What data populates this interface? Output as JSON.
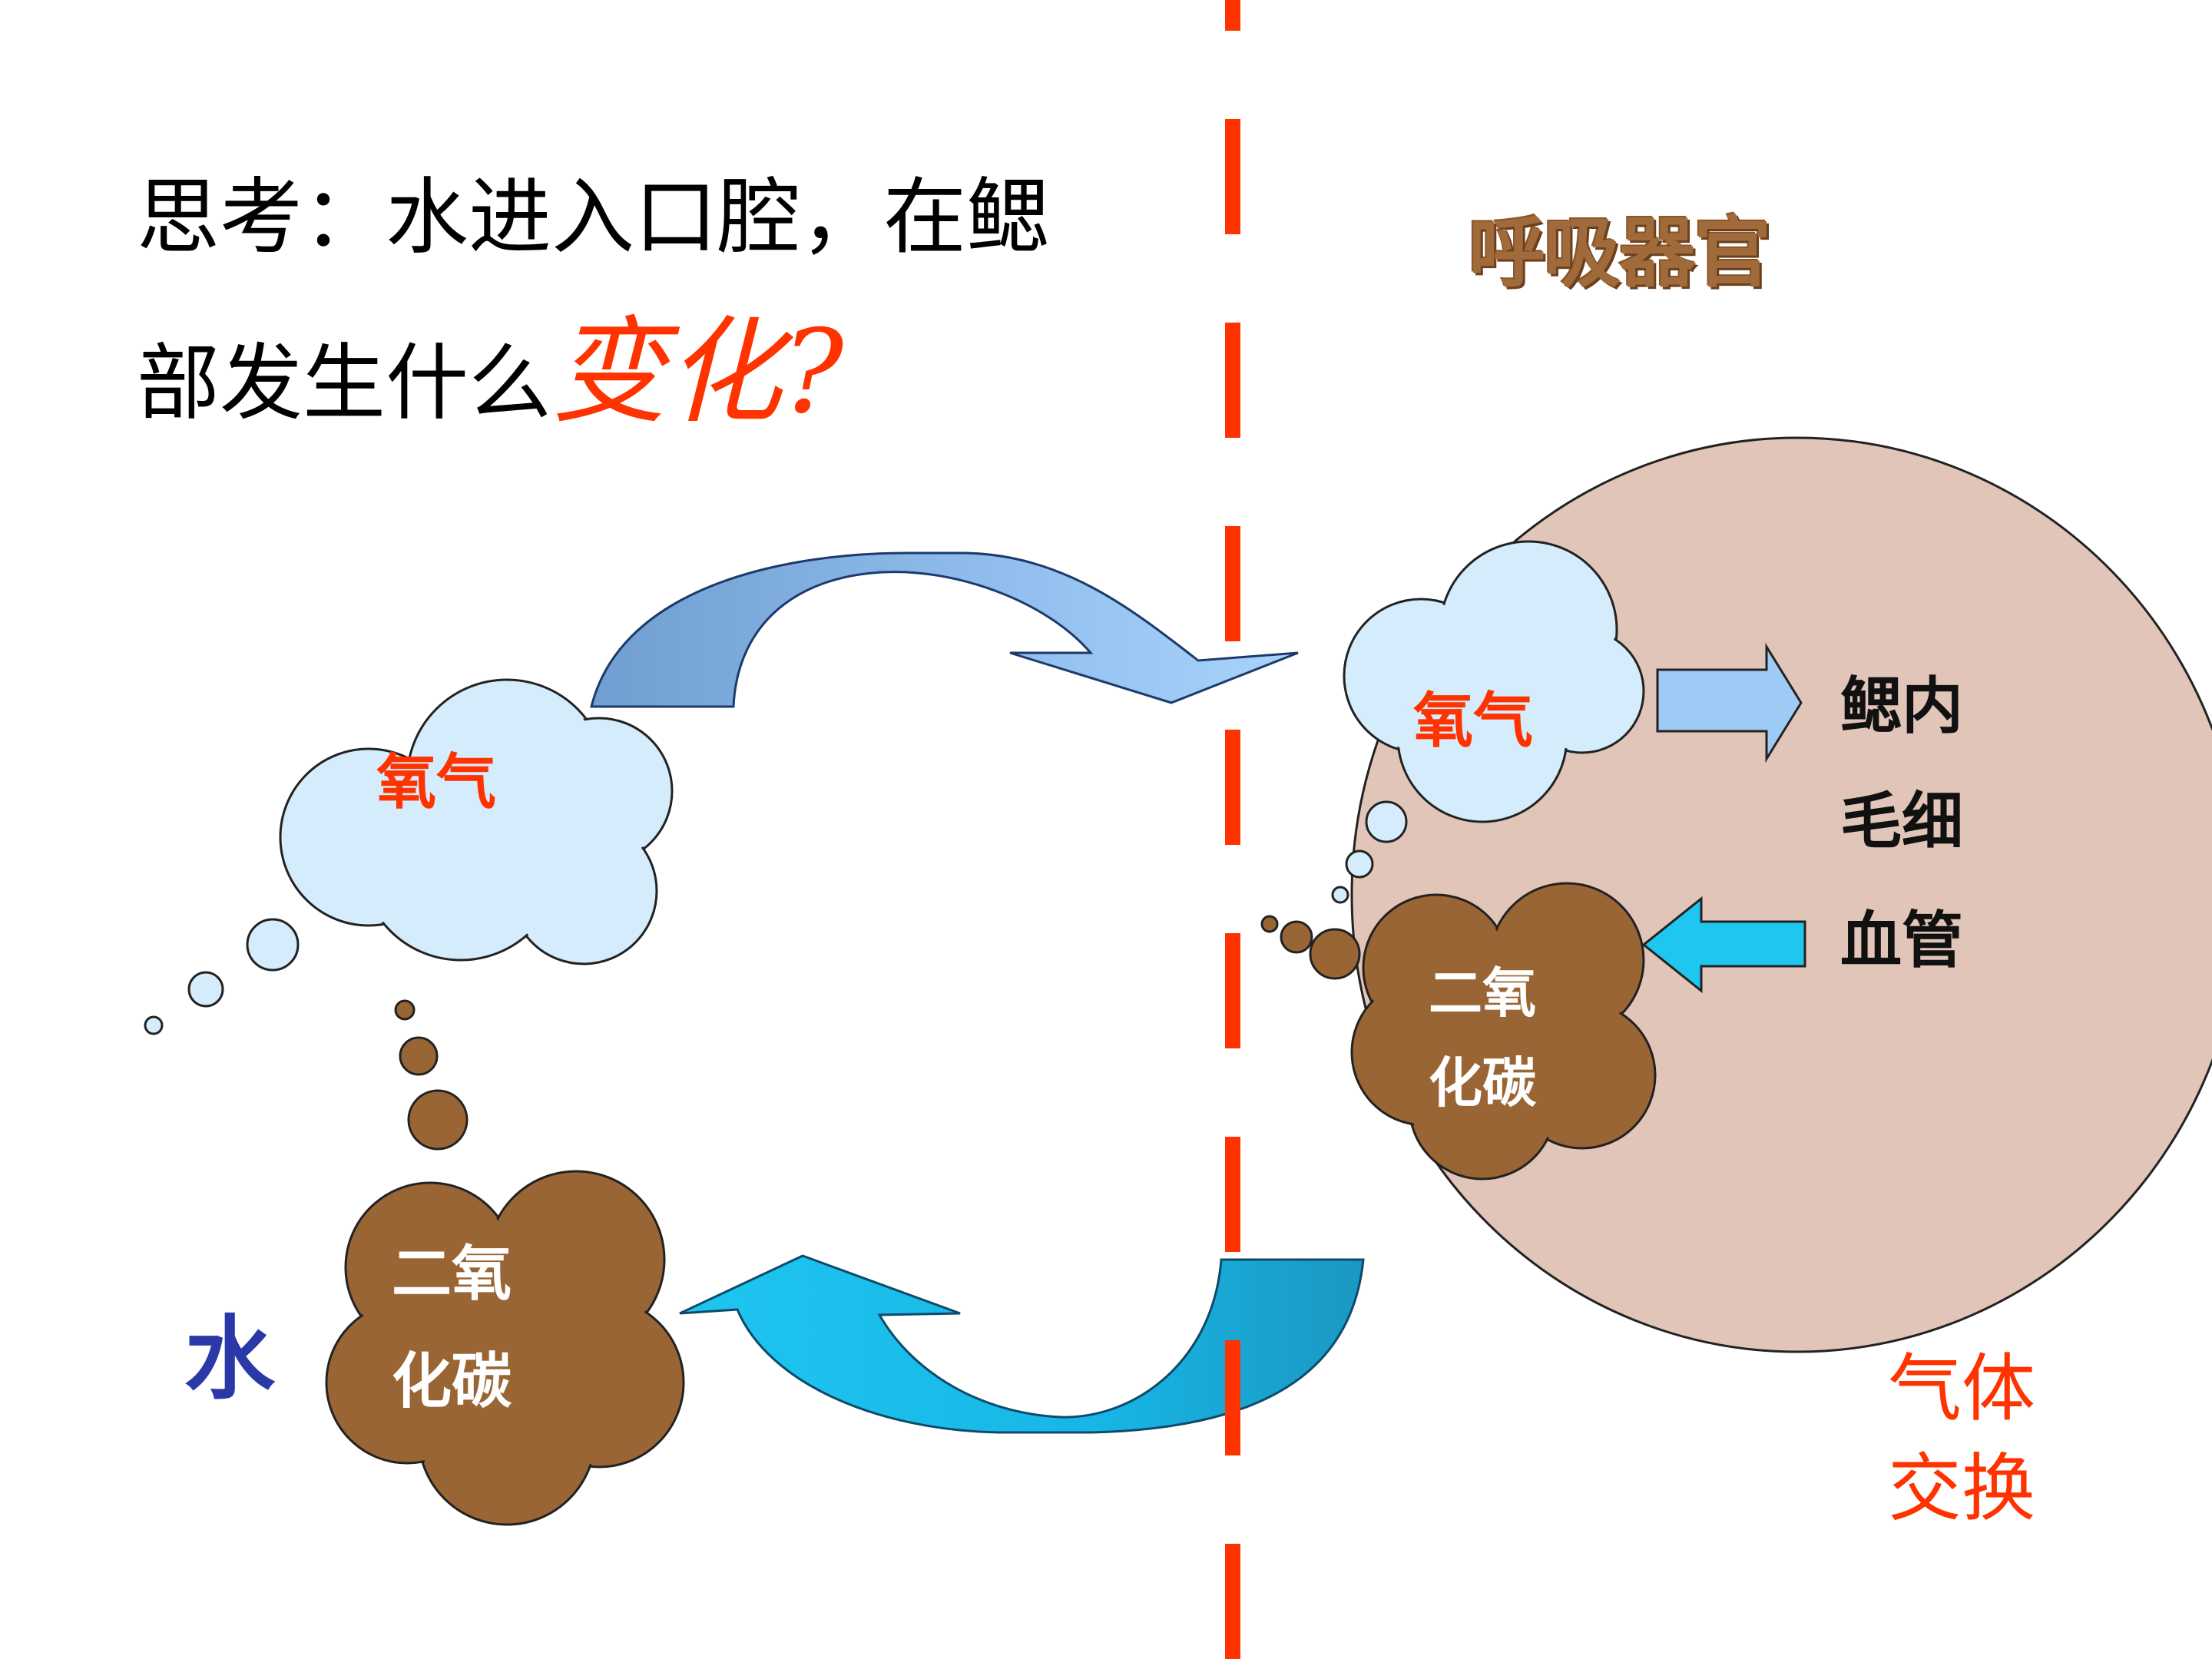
{
  "question": {
    "line1": "思考：水进入口腔，在鳃",
    "line2_prefix": "部发生什么",
    "line2_emphasis": "变化?"
  },
  "organ_title": "呼吸器官",
  "water_label": "水",
  "left_oxygen_cloud": {
    "label": "氧气"
  },
  "left_co2_cloud": {
    "line1": "二氧",
    "line2": "化碳"
  },
  "right_oxygen_cloud": {
    "label": "氧气"
  },
  "right_co2_cloud": {
    "line1": "二氧",
    "line2": "化碳"
  },
  "capillary_label": {
    "line1": "鳃内",
    "line2": "毛细",
    "line3": "血管"
  },
  "gas_exchange_label": {
    "line1": "气体",
    "line2": "交换"
  },
  "colors": {
    "divider": "#ff3300",
    "oxygen_cloud": "#d4ecfb",
    "co2_cloud": "#9a6535",
    "organ_circle": "#e1c5b8",
    "arrow_light_blue": "#9ecbf5",
    "arrow_cyan": "#1ec6f0",
    "arrow_dark_blue": "#6f9ed0",
    "arrow_teal": "#1ea0c8",
    "highlight_red": "#ff3300",
    "water_blue": "#2b39a8"
  }
}
